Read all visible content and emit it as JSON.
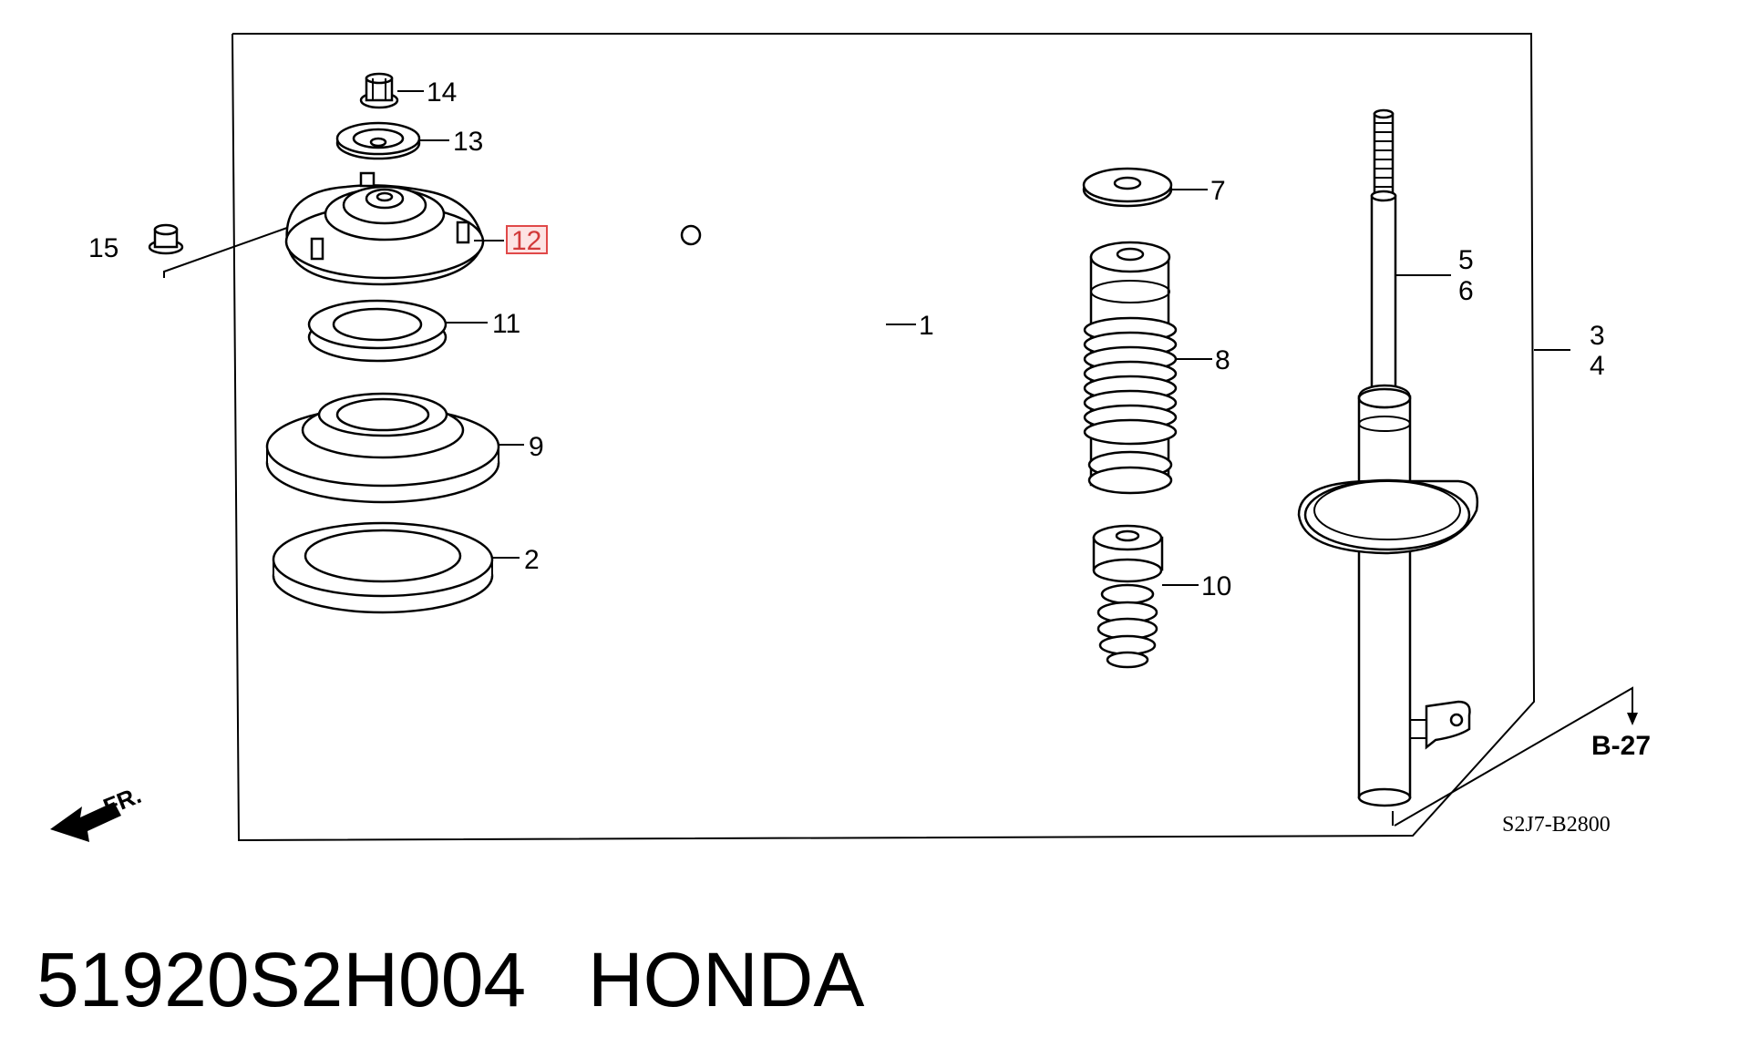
{
  "diagram": {
    "callouts": {
      "c1": "1",
      "c2": "2",
      "c3": "3",
      "c4": "4",
      "c5": "5",
      "c6": "6",
      "c7": "7",
      "c8": "8",
      "c9": "9",
      "c10": "10",
      "c11": "11",
      "c12": "12",
      "c13": "13",
      "c14": "14",
      "c15": "15"
    },
    "highlighted_callout": "12",
    "reference": "B-27",
    "diagram_code": "S2J7-B2800",
    "front_indicator": "FR."
  },
  "footer": {
    "part_number": "51920S2H004",
    "brand": "HONDA"
  }
}
